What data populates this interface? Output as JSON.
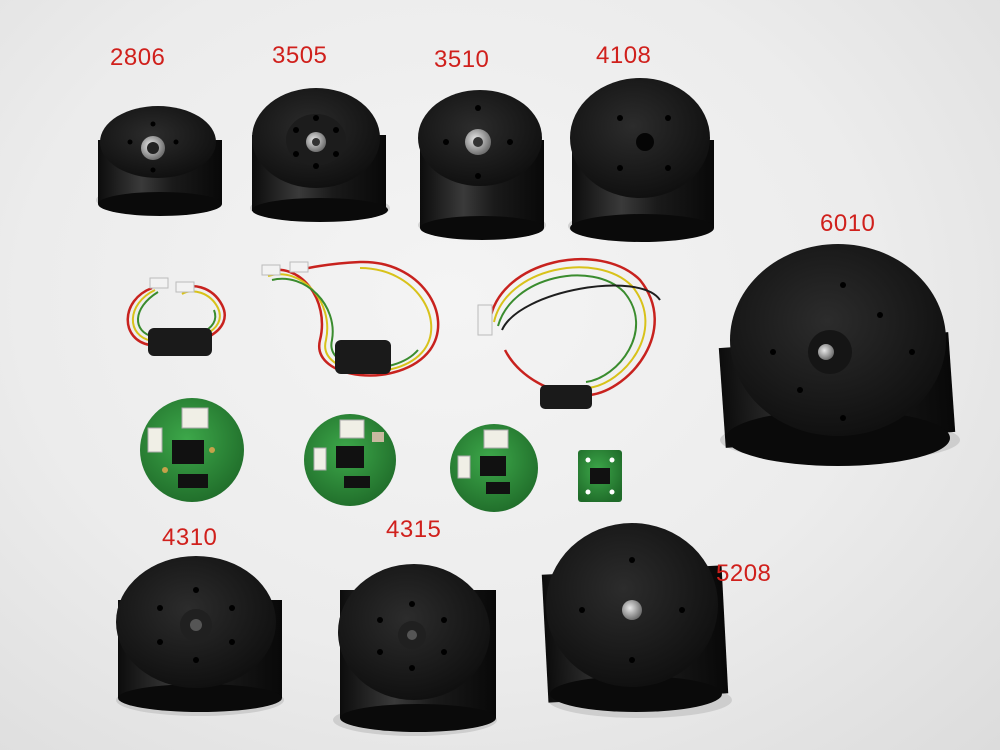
{
  "labels": {
    "m2806": "2806",
    "m3505": "3505",
    "m3510": "3510",
    "m4108": "4108",
    "m6010": "6010",
    "m4310": "4310",
    "m4315": "4315",
    "m5208": "5208"
  },
  "colors": {
    "label": "#d0201c",
    "motor_body": "#141414",
    "pcb": "#2f8a3a",
    "slip_ring": "#1a1a1a",
    "wire_red": "#c8221e",
    "wire_yellow": "#d8c21a",
    "wire_green": "#3a8c2e",
    "wire_black": "#1e1e1e"
  }
}
